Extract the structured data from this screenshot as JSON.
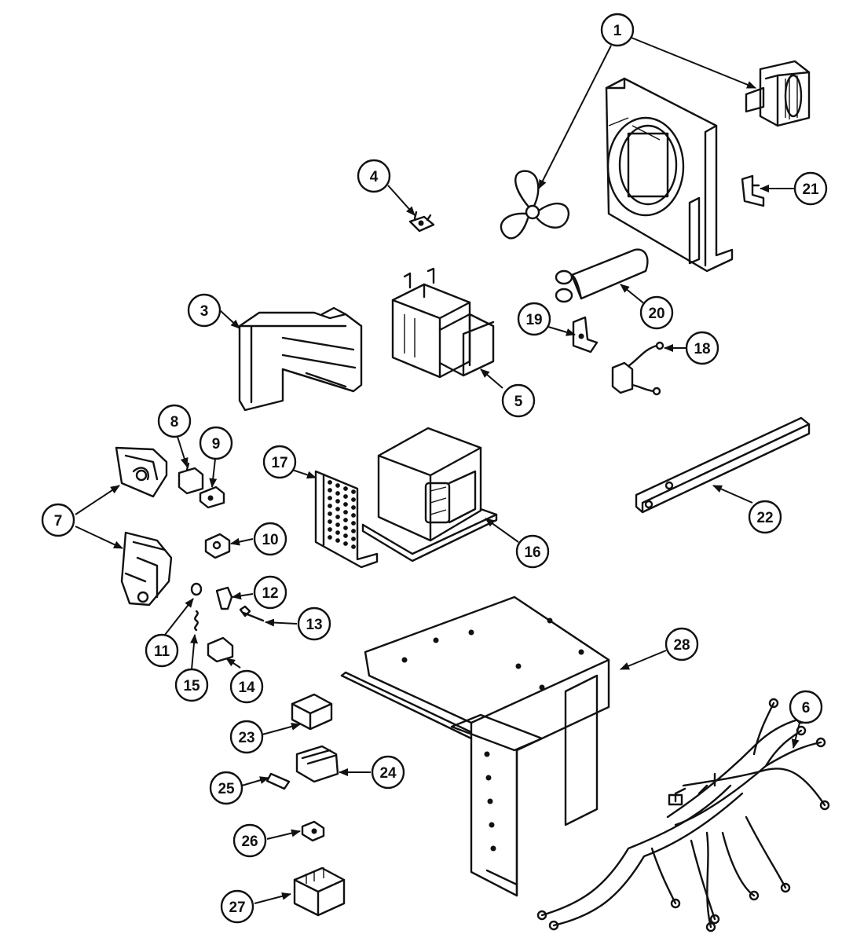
{
  "callouts": [
    {
      "id": "c1",
      "label": "1"
    },
    {
      "id": "c3",
      "label": "3"
    },
    {
      "id": "c4",
      "label": "4"
    },
    {
      "id": "c5",
      "label": "5"
    },
    {
      "id": "c6",
      "label": "6"
    },
    {
      "id": "c7",
      "label": "7"
    },
    {
      "id": "c8",
      "label": "8"
    },
    {
      "id": "c9",
      "label": "9"
    },
    {
      "id": "c10",
      "label": "10"
    },
    {
      "id": "c11",
      "label": "11"
    },
    {
      "id": "c12",
      "label": "12"
    },
    {
      "id": "c13",
      "label": "13"
    },
    {
      "id": "c14",
      "label": "14"
    },
    {
      "id": "c15",
      "label": "15"
    },
    {
      "id": "c16",
      "label": "16"
    },
    {
      "id": "c17",
      "label": "17"
    },
    {
      "id": "c18",
      "label": "18"
    },
    {
      "id": "c19",
      "label": "19"
    },
    {
      "id": "c20",
      "label": "20"
    },
    {
      "id": "c21",
      "label": "21"
    },
    {
      "id": "c22",
      "label": "22"
    },
    {
      "id": "c23",
      "label": "23"
    },
    {
      "id": "c24",
      "label": "24"
    },
    {
      "id": "c25",
      "label": "25"
    },
    {
      "id": "c26",
      "label": "26"
    },
    {
      "id": "c27",
      "label": "27"
    },
    {
      "id": "c28",
      "label": "28"
    }
  ]
}
